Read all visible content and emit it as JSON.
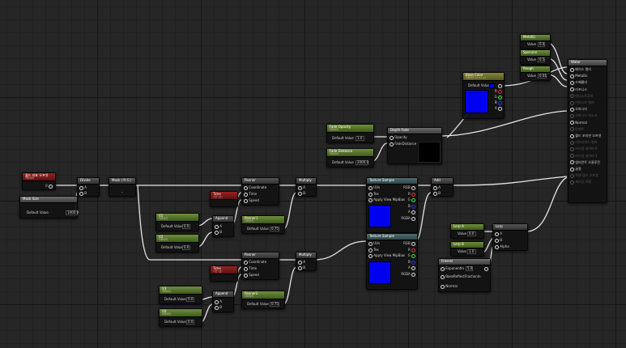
{
  "graph": {
    "nodes": {
      "param_red": {
        "title": "월드 좌표 오프셋",
        "sub": "파라미터",
        "out": "0"
      },
      "param_gray": {
        "title": "Mask Size",
        "default_label": "Default Value",
        "default_value": "1000.0"
      },
      "multiply1": {
        "title": "Divide",
        "pins": [
          "A",
          "B"
        ]
      },
      "mask": {
        "title": "Mask ( R G )"
      },
      "time1": {
        "title": "Time",
        "sub": "시간 (초)"
      },
      "time2": {
        "title": "Time",
        "sub": "시간 (초)"
      },
      "speed1_x": {
        "title": "V1",
        "sub": "파라미터",
        "default_label": "Default Value",
        "default_value": "0.0"
      },
      "speed1_y": {
        "title": "V2",
        "sub": "파라미터",
        "default_label": "Default Value",
        "default_value": "0.0"
      },
      "append1": {
        "title": "Append",
        "pins": [
          "A",
          "B"
        ]
      },
      "append2": {
        "title": "Append",
        "pins": [
          "A",
          "B"
        ]
      },
      "speed2_x": {
        "title": "V3",
        "sub": "파라미터",
        "default_label": "Default Value",
        "default_value": "0.0"
      },
      "speed2_y": {
        "title": "V4",
        "sub": "파라미터",
        "default_label": "Default Value",
        "default_value": "0.0"
      },
      "panner1": {
        "title": "Panner",
        "pins": [
          "Coordinate",
          "Time",
          "Speed"
        ]
      },
      "panner2": {
        "title": "Panner",
        "pins": [
          "Coordinate",
          "Time",
          "Speed"
        ]
      },
      "param_p1": {
        "title": "Panner1",
        "sub": "파라미터",
        "default_label": "Default Value",
        "default_value": "0.75"
      },
      "param_p2": {
        "title": "Panner2",
        "sub": "파라미터",
        "default_label": "Default Value",
        "default_value": "0.75"
      },
      "multiply2": {
        "title": "Multiply",
        "pins": [
          "A",
          "B"
        ]
      },
      "multiply3": {
        "title": "Multiply",
        "pins": [
          "A",
          "B"
        ]
      },
      "tex1": {
        "title": "Texture Sample",
        "pins": [
          "UVs",
          "Tex",
          "Apply View MipBias"
        ],
        "outs": [
          "RGB",
          "R",
          "G",
          "B",
          "A",
          "RGBA"
        ]
      },
      "tex2": {
        "title": "Texture Sample",
        "pins": [
          "UVs",
          "Tex",
          "Apply View MipBias"
        ],
        "outs": [
          "RGB",
          "R",
          "G",
          "B",
          "A",
          "RGBA"
        ]
      },
      "add": {
        "title": "Add",
        "pins": [
          "A",
          "B"
        ]
      },
      "depth_fade": {
        "title": "Depth Fade",
        "pins": [
          "Opacity",
          "FadeDistance"
        ]
      },
      "fade_opacity": {
        "title": "Fade Opacity",
        "sub": "파라미터",
        "default_label": "Default Value",
        "default_value": "1.0"
      },
      "fade_distance": {
        "title": "Fade Distance",
        "sub": "파라미터",
        "default_label": "Default Value",
        "default_value": "2000.0"
      },
      "base_color": {
        "title": "Base Color",
        "sub": "파라미터 (0,0,1,1)",
        "default_label": "Default Value",
        "outs": [
          "R",
          "G",
          "B",
          "A"
        ]
      },
      "metallic": {
        "title": "Metallic",
        "value_label": "Value",
        "value": "0.0"
      },
      "specular": {
        "title": "Specular",
        "value_label": "Value",
        "value": "0.5"
      },
      "roughness": {
        "title": "Rough",
        "value_label": "Value",
        "value": "0.01"
      },
      "lerp_a": {
        "title": "Lerp A",
        "value_label": "Value",
        "value": "0.0"
      },
      "lerp_b": {
        "title": "Lerp B",
        "value_label": "Value",
        "value": "1.0"
      },
      "fresnel": {
        "title": "Fresnel",
        "pins": [
          "ExponentIn",
          "BaseReflectFractionIn",
          "Normal"
        ],
        "exponent_value": "5.0"
      },
      "lerp": {
        "title": "Lerp",
        "pins": [
          "A",
          "B",
          "Alpha"
        ]
      },
      "material": {
        "title": "Water",
        "pins": [
          "베이스 컬러",
          "Metallic",
          "스페큘러",
          "러프니스",
          "애니소트로피",
          "이미시브 컬러",
          "오파시티",
          "오파시티 마스크",
          "Normal",
          "탄젠트",
          "월드 포지션 오프셋",
          "서브서피스 컬러",
          "커스텀 데이터 0",
          "커스텀 데이터 1",
          "앰비언트 오클루전",
          "굴절",
          "픽셀 뎁스 오프셋",
          "셰이딩 모델"
        ],
        "active": [
          true,
          true,
          true,
          true,
          false,
          false,
          true,
          false,
          true,
          false,
          true,
          false,
          false,
          false,
          true,
          true,
          false,
          false
        ]
      }
    }
  },
  "colors": {
    "wire": "#e8e8e8",
    "param_header": "#4f6e2b",
    "time_header": "#8a1e1e",
    "base_color_value": "#0000f0"
  }
}
